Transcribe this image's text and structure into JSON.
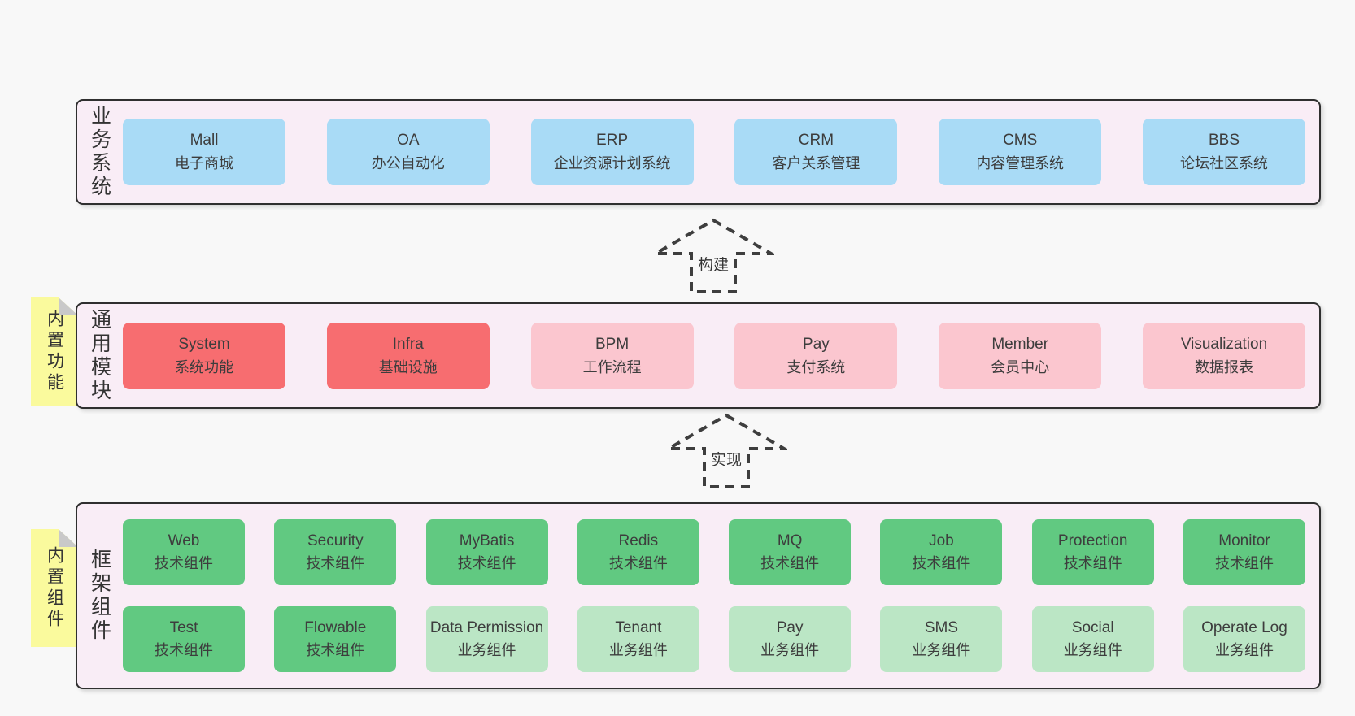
{
  "colors": {
    "page_bg": "#f8f8f8",
    "band_bg": "#f9edf6",
    "band_border": "#2f2f2f",
    "blue": "#a9dbf6",
    "red": "#f76d70",
    "pink": "#fbc6cf",
    "green": "#61c981",
    "green_light": "#bbe6c5",
    "note_yellow": "#fafa9d",
    "fold_gray": "#c9c9c9",
    "dash": "#3e3e3e",
    "text": "#3d3d3d"
  },
  "arrows": [
    {
      "label": "构建"
    },
    {
      "label": "实现"
    }
  ],
  "bands": [
    {
      "label": "业务系统",
      "rows": [
        [
          {
            "name": "Mall",
            "desc": "电子商城",
            "variant": "blue"
          },
          {
            "name": "OA",
            "desc": "办公自动化",
            "variant": "blue"
          },
          {
            "name": "ERP",
            "desc": "企业资源计划系统",
            "variant": "blue"
          },
          {
            "name": "CRM",
            "desc": "客户关系管理",
            "variant": "blue"
          },
          {
            "name": "CMS",
            "desc": "内容管理系统",
            "variant": "blue"
          },
          {
            "name": "BBS",
            "desc": "论坛社区系统",
            "variant": "blue"
          }
        ]
      ]
    },
    {
      "label": "通用模块",
      "note": "内置功能",
      "rows": [
        [
          {
            "name": "System",
            "desc": "系统功能",
            "variant": "red"
          },
          {
            "name": "Infra",
            "desc": "基础设施",
            "variant": "red"
          },
          {
            "name": "BPM",
            "desc": "工作流程",
            "variant": "pink"
          },
          {
            "name": "Pay",
            "desc": "支付系统",
            "variant": "pink"
          },
          {
            "name": "Member",
            "desc": "会员中心",
            "variant": "pink"
          },
          {
            "name": "Visualization",
            "desc": "数据报表",
            "variant": "pink"
          }
        ]
      ]
    },
    {
      "label": "框架组件",
      "note": "内置组件",
      "rows": [
        [
          {
            "name": "Web",
            "desc": "技术组件",
            "variant": "green"
          },
          {
            "name": "Security",
            "desc": "技术组件",
            "variant": "green"
          },
          {
            "name": "MyBatis",
            "desc": "技术组件",
            "variant": "green"
          },
          {
            "name": "Redis",
            "desc": "技术组件",
            "variant": "green"
          },
          {
            "name": "MQ",
            "desc": "技术组件",
            "variant": "green"
          },
          {
            "name": "Job",
            "desc": "技术组件",
            "variant": "green"
          },
          {
            "name": "Protection",
            "desc": "技术组件",
            "variant": "green"
          },
          {
            "name": "Monitor",
            "desc": "技术组件",
            "variant": "green"
          }
        ],
        [
          {
            "name": "Test",
            "desc": "技术组件",
            "variant": "green"
          },
          {
            "name": "Flowable",
            "desc": "技术组件",
            "variant": "green"
          },
          {
            "name": "Data Permission",
            "desc": "业务组件",
            "variant": "green-light"
          },
          {
            "name": "Tenant",
            "desc": "业务组件",
            "variant": "green-light"
          },
          {
            "name": "Pay",
            "desc": "业务组件",
            "variant": "green-light"
          },
          {
            "name": "SMS",
            "desc": "业务组件",
            "variant": "green-light"
          },
          {
            "name": "Social",
            "desc": "业务组件",
            "variant": "green-light"
          },
          {
            "name": "Operate Log",
            "desc": "业务组件",
            "variant": "green-light"
          }
        ]
      ]
    }
  ]
}
